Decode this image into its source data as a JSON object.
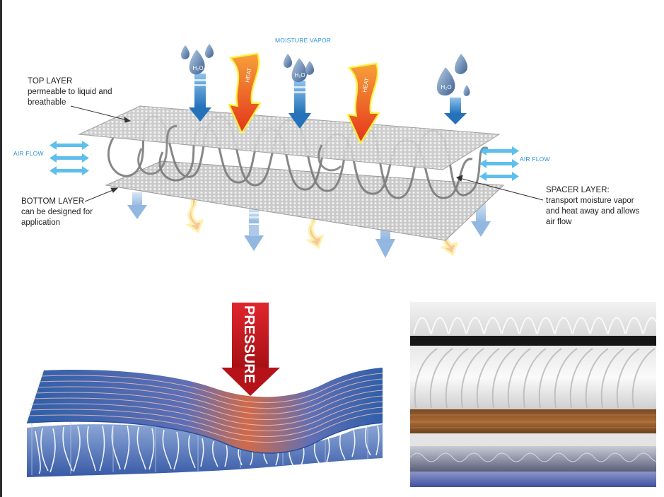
{
  "labels": {
    "moisture_vapor": "MOISTURE VAPOR",
    "air_flow_left": "AIR FLOW",
    "air_flow_right": "AIR FLOW",
    "top_layer": {
      "title": "TOP LAYER",
      "line1": "permeable to liquid and",
      "line2": "breathable"
    },
    "bottom_layer": {
      "title": "BOTTOM LAYER",
      "line1": "can be designed for",
      "line2": "application"
    },
    "spacer_layer": {
      "title": "SPACER LAYER:",
      "line1": "transport moisture vapor",
      "line2": "and heat away and allows",
      "line3": "air flow"
    },
    "heat": "HEAT",
    "h2o": "H₂O",
    "pressure": "PRESSURE"
  },
  "colors": {
    "blue_arrow": "#2d7fc4",
    "light_blue_arrow": "#9dc1e6",
    "heat_orange": "#ee5a24",
    "heat_glow": "#f8ef3a",
    "pressure_red": "#c4161c",
    "layer_blue": "#3a6cb5",
    "air_flow": "#43b5ea"
  }
}
